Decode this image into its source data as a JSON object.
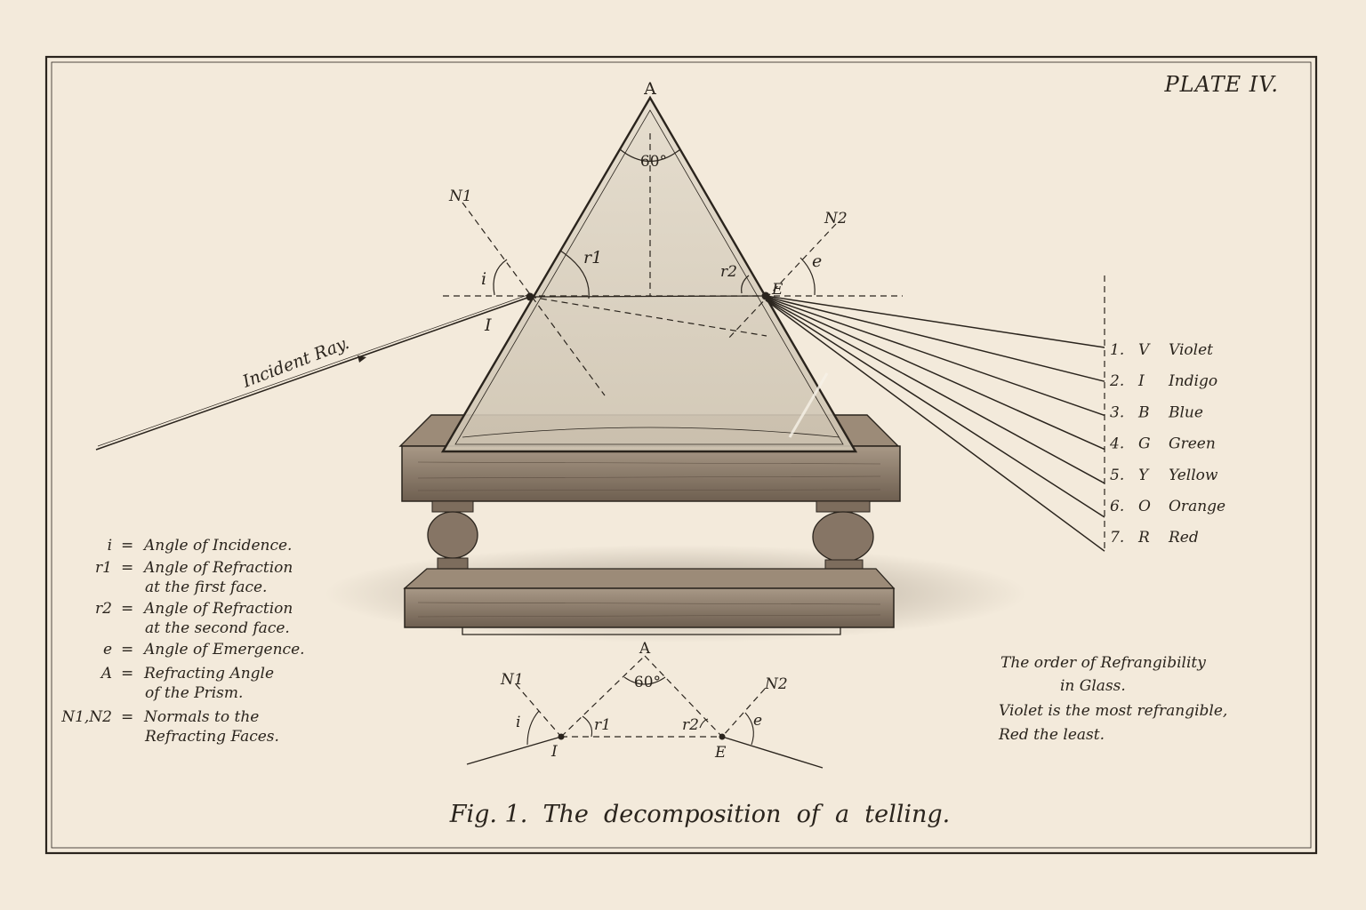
{
  "plate": {
    "number": "PLATE IV.",
    "caption": "Fig. 1.  The  decomposition  of  a  telling."
  },
  "diagram": {
    "apex_label": "A",
    "apex_angle": "60°",
    "normal_1": "N1",
    "normal_2": "N2",
    "point_in": "I",
    "point_out": "E",
    "angle_i": "i",
    "angle_r1": "r1",
    "angle_r2": "r2",
    "angle_e": "e",
    "incident_label": "Incident Ray."
  },
  "spectrum": [
    {
      "num": "1.",
      "letter": "V",
      "name": "Violet"
    },
    {
      "num": "2.",
      "letter": "I",
      "name": "Indigo"
    },
    {
      "num": "3.",
      "letter": "B",
      "name": "Blue"
    },
    {
      "num": "4.",
      "letter": "G",
      "name": "Green"
    },
    {
      "num": "5.",
      "letter": "Y",
      "name": "Yellow"
    },
    {
      "num": "6.",
      "letter": "O",
      "name": "Orange"
    },
    {
      "num": "7.",
      "letter": "R",
      "name": "Red"
    }
  ],
  "legend": [
    {
      "symbol": "i",
      "line1": "Angle of Incidence.",
      "line2": ""
    },
    {
      "symbol": "r1",
      "line1": "Angle of Refraction",
      "line2": "at the first face."
    },
    {
      "symbol": "r2",
      "line1": "Angle of Refraction",
      "line2": "at the second face."
    },
    {
      "symbol": "e",
      "line1": "Angle of Emergence.",
      "line2": ""
    },
    {
      "symbol": "A",
      "line1": "Refracting Angle",
      "line2": "of the Prism."
    },
    {
      "symbol": "N1,N2",
      "line1": "Normals to the",
      "line2": "Refracting Faces."
    }
  ],
  "note": {
    "line1": "The order of Refrangibility",
    "line2": "in Glass.",
    "line3": "Violet is the most refrangible,",
    "line4": "Red the least."
  },
  "small_diagram": {
    "apex_label": "A",
    "apex_angle": "60°",
    "normal_1": "N1",
    "normal_2": "N2",
    "point_in": "I",
    "point_out": "E",
    "angle_i": "i",
    "angle_r1": "r1",
    "angle_r2": "r2",
    "angle_e": "e"
  },
  "colors": {
    "paper": "#f3eadb",
    "ink": "#2a241d",
    "wood": "#8a7866"
  }
}
